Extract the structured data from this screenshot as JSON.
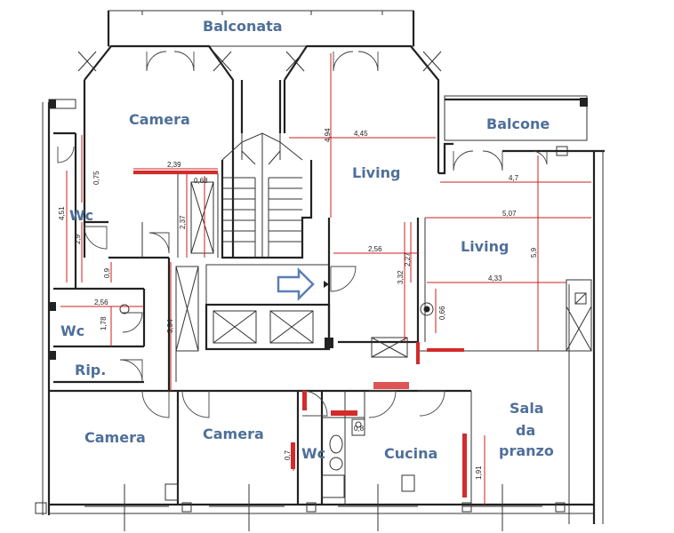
{
  "rooms": {
    "balconata": "Balconata",
    "balcone": "Balcone",
    "camera_top": "Camera",
    "living_1": "Living",
    "living_2": "Living",
    "wc_1": "Wc",
    "wc_2": "Wc",
    "wc_3": "Wc",
    "rip": "Rip.",
    "camera_bl": "Camera",
    "camera_bm": "Camera",
    "cucina": "Cucina",
    "sala_1": "Sala",
    "sala_2": "da",
    "sala_3": "pranzo"
  },
  "dimensions": {
    "d_239": "2,39",
    "d_068": "0,68",
    "d_237": "2,37",
    "d_494": "4,94",
    "d_445": "4,45",
    "d_47": "4,7",
    "d_507": "5,07",
    "d_59": "5,9",
    "d_256a": "2,56",
    "d_227": "2,27",
    "d_332": "3,32",
    "d_433": "4,33",
    "d_066": "0,66",
    "d_451": "4,51",
    "d_075": "0,75",
    "d_29": "2,9",
    "d_09": "0,9",
    "d_256b": "2,56",
    "d_178": "1,78",
    "d_394": "3,94",
    "d_07": "0,7",
    "d_191": "1,91",
    "d_08": "0,8"
  },
  "icons": {
    "entry_arrow": "entry-arrow-icon"
  },
  "colors": {
    "label": "#4f6f9a",
    "dimension": "#cc1f1f",
    "arrow": "#5b7fb5"
  }
}
